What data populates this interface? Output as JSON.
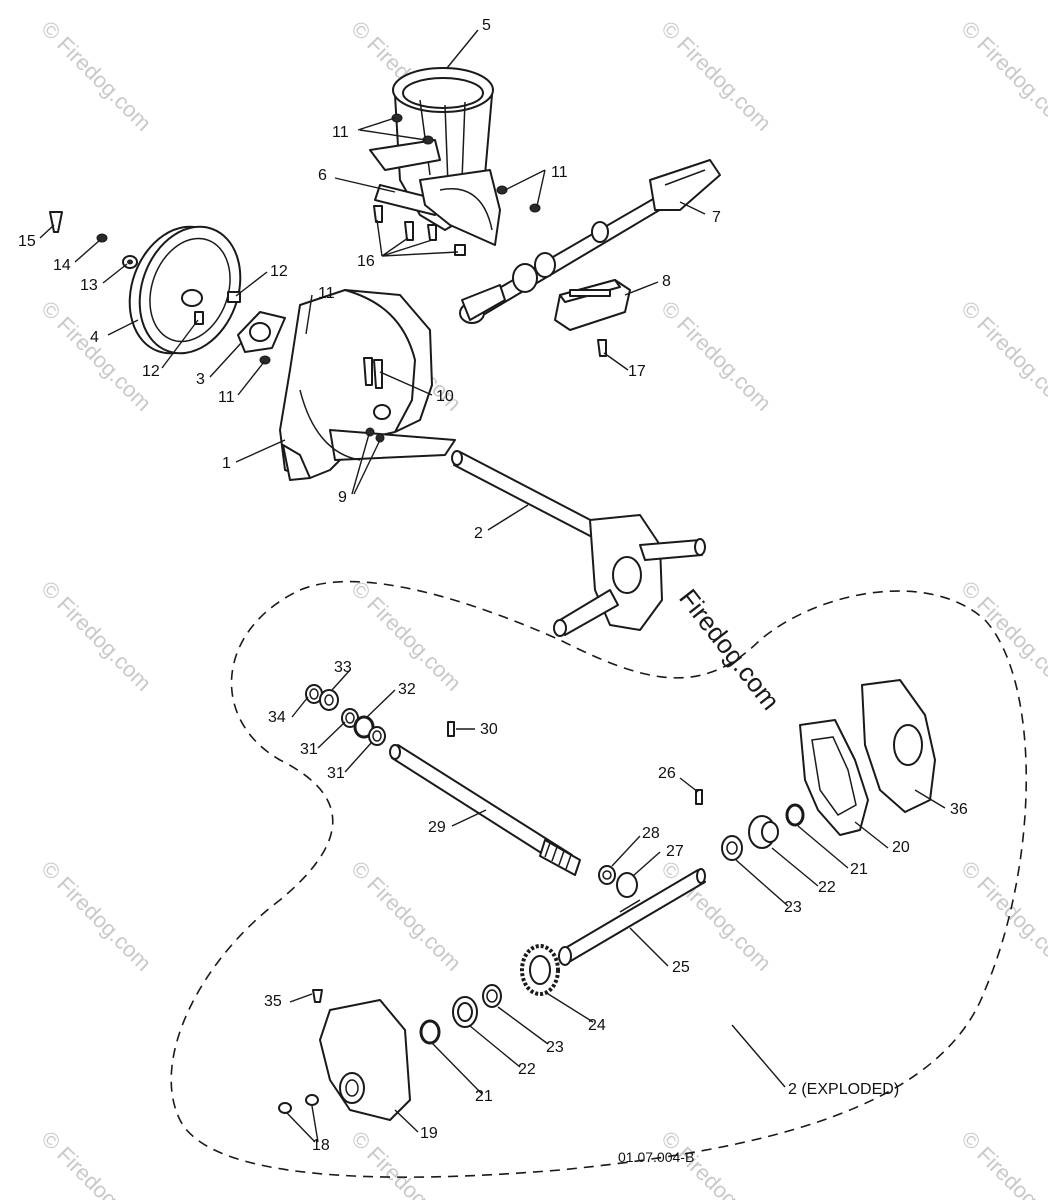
{
  "diagram": {
    "drawing_number": "01.07.004-B",
    "exploded_label": "2 (EXPLODED)",
    "center_watermark": "Firedog.com",
    "tile_watermark": "© Firedog.com",
    "callouts": [
      {
        "id": "c5",
        "text": "5"
      },
      {
        "id": "c11a",
        "text": "11"
      },
      {
        "id": "c6",
        "text": "6"
      },
      {
        "id": "c11b",
        "text": "11"
      },
      {
        "id": "c7",
        "text": "7"
      },
      {
        "id": "c16",
        "text": "16"
      },
      {
        "id": "c15",
        "text": "15"
      },
      {
        "id": "c14",
        "text": "14"
      },
      {
        "id": "c13",
        "text": "13"
      },
      {
        "id": "c12a",
        "text": "12"
      },
      {
        "id": "c4",
        "text": "4"
      },
      {
        "id": "c12b",
        "text": "12"
      },
      {
        "id": "c3",
        "text": "3"
      },
      {
        "id": "c11c",
        "text": "11"
      },
      {
        "id": "c11d",
        "text": "11"
      },
      {
        "id": "c8",
        "text": "8"
      },
      {
        "id": "c17",
        "text": "17"
      },
      {
        "id": "c10",
        "text": "10"
      },
      {
        "id": "c1",
        "text": "1"
      },
      {
        "id": "c9",
        "text": "9"
      },
      {
        "id": "c2",
        "text": "2"
      },
      {
        "id": "c33",
        "text": "33"
      },
      {
        "id": "c32",
        "text": "32"
      },
      {
        "id": "c34",
        "text": "34"
      },
      {
        "id": "c31a",
        "text": "31"
      },
      {
        "id": "c31b",
        "text": "31"
      },
      {
        "id": "c30",
        "text": "30"
      },
      {
        "id": "c26",
        "text": "26"
      },
      {
        "id": "c29",
        "text": "29"
      },
      {
        "id": "c28",
        "text": "28"
      },
      {
        "id": "c27",
        "text": "27"
      },
      {
        "id": "c36",
        "text": "36"
      },
      {
        "id": "c20",
        "text": "20"
      },
      {
        "id": "c21a",
        "text": "21"
      },
      {
        "id": "c22a",
        "text": "22"
      },
      {
        "id": "c23a",
        "text": "23"
      },
      {
        "id": "c25",
        "text": "25"
      },
      {
        "id": "c24",
        "text": "24"
      },
      {
        "id": "c23b",
        "text": "23"
      },
      {
        "id": "c22b",
        "text": "22"
      },
      {
        "id": "c21b",
        "text": "21"
      },
      {
        "id": "c35",
        "text": "35"
      },
      {
        "id": "c19",
        "text": "19"
      },
      {
        "id": "c18",
        "text": "18"
      }
    ]
  }
}
